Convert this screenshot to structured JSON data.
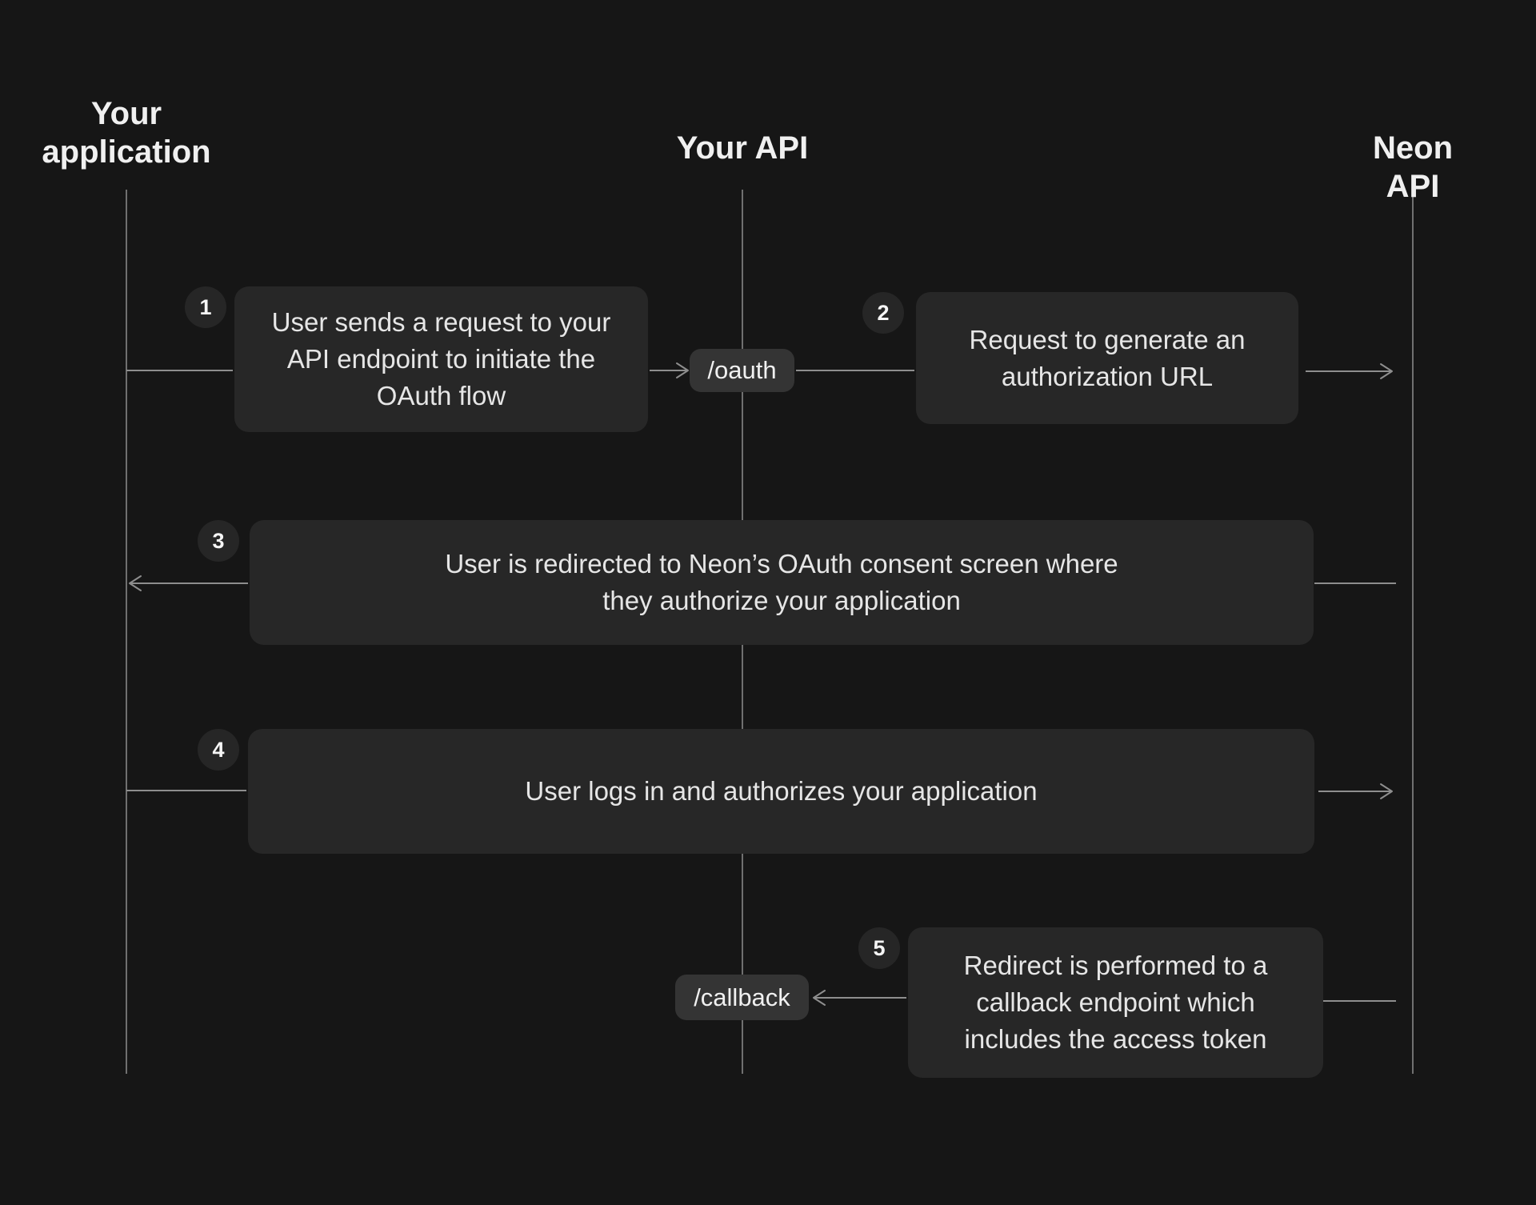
{
  "colors": {
    "background": "#161616",
    "message_box": "#272727",
    "number_badge": "#262626",
    "endpoint_label": "#343434",
    "line": "#8e8e8e",
    "body_text": "#e6e6e6",
    "heading_text": "#f0f0f0"
  },
  "lanes": [
    {
      "id": "your-application",
      "label": "Your application"
    },
    {
      "id": "your-api",
      "label": "Your API"
    },
    {
      "id": "neon-api",
      "label": "Neon API"
    }
  ],
  "endpoints": {
    "oauth": "/oauth",
    "callback": "/callback"
  },
  "steps": [
    {
      "number": "1",
      "lines": [
        "User sends a request to your",
        "API endpoint to initiate the",
        "OAuth flow"
      ]
    },
    {
      "number": "2",
      "lines": [
        "Request to generate an",
        "authorization URL"
      ]
    },
    {
      "number": "3",
      "lines": [
        "User is redirected to Neon’s OAuth consent screen where",
        "they authorize your application"
      ]
    },
    {
      "number": "4",
      "lines": [
        "User logs in and authorizes your application"
      ]
    },
    {
      "number": "5",
      "lines": [
        "Redirect is performed to a",
        "callback endpoint which",
        "includes the access token"
      ]
    }
  ]
}
